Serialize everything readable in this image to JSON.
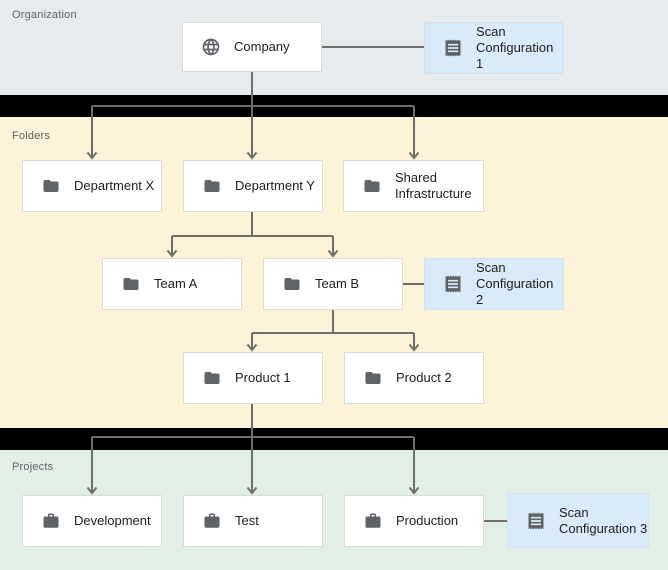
{
  "sections": {
    "organization": {
      "label": "Organization"
    },
    "folders": {
      "label": "Folders"
    },
    "projects": {
      "label": "Projects"
    }
  },
  "nodes": {
    "company": {
      "label": "Company",
      "icon": "globe"
    },
    "department_x": {
      "label": "Department X",
      "icon": "folder"
    },
    "department_y": {
      "label": "Department Y",
      "icon": "folder"
    },
    "shared_infrastructure": {
      "label": "Shared Infrastructure",
      "icon": "folder"
    },
    "team_a": {
      "label": "Team A",
      "icon": "folder"
    },
    "team_b": {
      "label": "Team B",
      "icon": "folder"
    },
    "product_1": {
      "label": "Product 1",
      "icon": "folder"
    },
    "product_2": {
      "label": "Product 2",
      "icon": "folder"
    },
    "development": {
      "label": "Development",
      "icon": "briefcase"
    },
    "test": {
      "label": "Test",
      "icon": "briefcase"
    },
    "production": {
      "label": "Production",
      "icon": "briefcase"
    },
    "scan_configuration_1": {
      "label": "Scan Configuration 1",
      "icon": "receipt"
    },
    "scan_configuration_2": {
      "label": "Scan Configuration 2",
      "icon": "receipt"
    },
    "scan_configuration_3": {
      "label": "Scan Configuration 3",
      "icon": "receipt"
    }
  },
  "colors": {
    "organization_bg": "#e8ebee",
    "folders_bg": "#fcf3d8",
    "projects_bg": "#e2efe7",
    "separator_band": "#000000",
    "node_bg": "#ffffff",
    "node_border": "#dcdcd6",
    "scan_config_bg": "#d9eaf8",
    "connector": "#6e6e6e",
    "icon": "#5f6368",
    "node_text": "#202124",
    "section_label_text": "#5f6368"
  }
}
